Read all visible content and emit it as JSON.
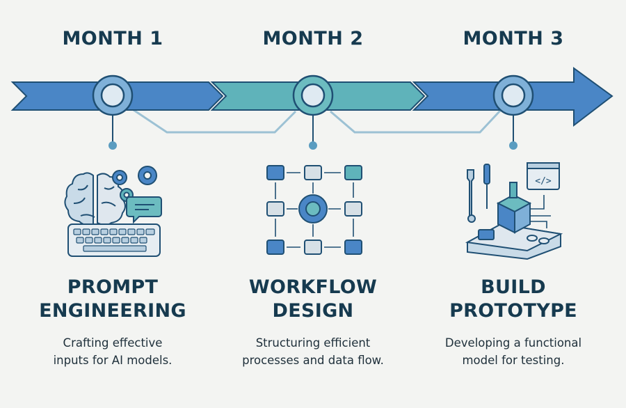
{
  "timeline": {
    "colors": {
      "arrow_blue": "#4a86c6",
      "arrow_teal": "#5fb3ba",
      "outline": "#1f4f73",
      "connector": "#9cc1d4",
      "dot": "#5a9cc0"
    },
    "phases": [
      {
        "month": "MONTH 1",
        "title_line1": "PROMPT",
        "title_line2": "ENGINEERING",
        "desc_line1": "Crafting effective",
        "desc_line2": "inputs for AI models.",
        "icon": "brain-gears-keyboard-chat-icon"
      },
      {
        "month": "MONTH 2",
        "title_line1": "WORKFLOW",
        "title_line2": "DESIGN",
        "desc_line1": "Structuring efficient",
        "desc_line2": "processes and data flow.",
        "icon": "workflow-nodes-cycle-icon"
      },
      {
        "month": "MONTH 3",
        "title_line1": "BUILD",
        "title_line2": "PROTOTYPE",
        "desc_line1": "Developing a functional",
        "desc_line2": "model for testing.",
        "icon": "tools-code-prototype-icon"
      }
    ]
  }
}
